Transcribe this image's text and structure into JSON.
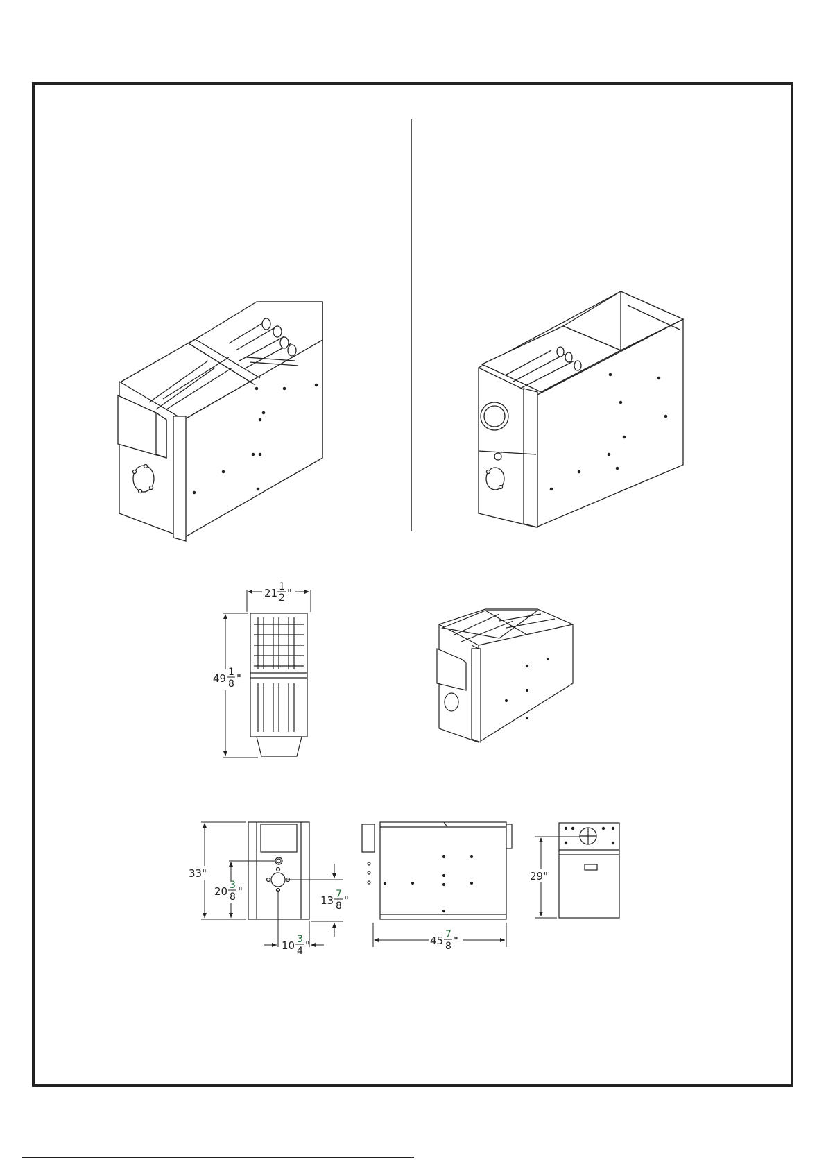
{
  "dimensions": {
    "top_width": {
      "whole": "21",
      "num": "1",
      "den": "2",
      "unit": "\""
    },
    "top_length": {
      "whole": "49",
      "num": "1",
      "den": "8",
      "unit": "\""
    },
    "front_height": {
      "text": "33\""
    },
    "front_flue_height": {
      "whole": "20",
      "num": "3",
      "den": "8",
      "unit": "\""
    },
    "front_flue_offset": {
      "whole": "10",
      "num": "3",
      "den": "4",
      "unit": "\""
    },
    "side_inlet_height": {
      "whole": "13",
      "num": "7",
      "den": "8",
      "unit": "\""
    },
    "side_length": {
      "whole": "45",
      "num": "7",
      "den": "8",
      "unit": "\""
    },
    "rear_height": {
      "text": "29\""
    }
  },
  "colors": {
    "line": "#222222",
    "fraction_accent": "#1f6f3a"
  }
}
